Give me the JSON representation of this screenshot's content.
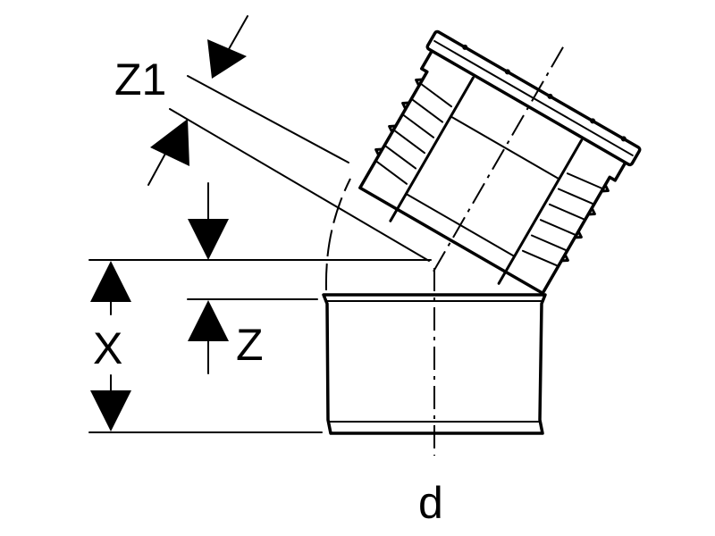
{
  "labels": {
    "z1": "Z1",
    "z": "Z",
    "x": "X",
    "d": "d"
  },
  "colors": {
    "line": "#000000",
    "background": "#ffffff"
  }
}
